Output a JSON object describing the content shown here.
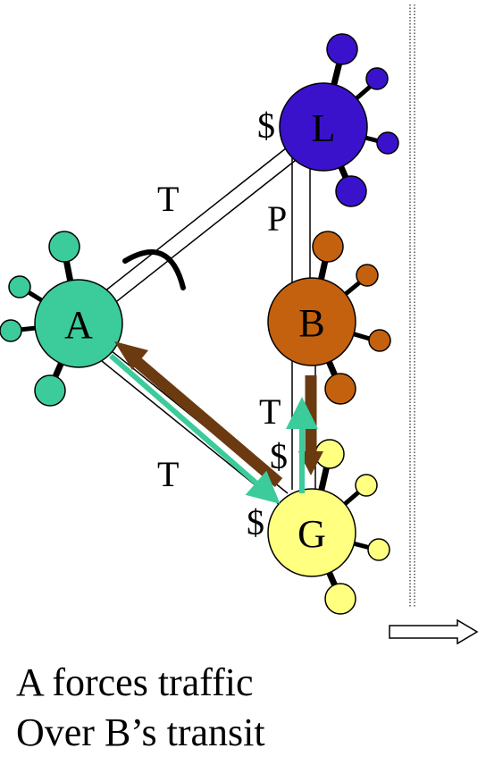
{
  "nodes": {
    "L": {
      "label": "L",
      "color": "#3A12CC"
    },
    "A": {
      "label": "A",
      "color": "#3CCB9A"
    },
    "B": {
      "label": "B",
      "color": "#C4610F"
    },
    "G": {
      "label": "G",
      "color": "#FFFF80"
    }
  },
  "links": {
    "a_l": {
      "label": "T"
    },
    "b_l": {
      "label": "P"
    },
    "b_g": {
      "label": "T"
    },
    "a_g": {
      "label": "T"
    }
  },
  "dollar_labels": {
    "at_l": "$",
    "at_g_top": "$",
    "at_g_left": "$"
  },
  "arrow_colors": {
    "teal": "#3CCB9A",
    "brown": "#6B3A10"
  },
  "caption": {
    "line1": "A forces traffic",
    "line2": "Over B’s transit"
  }
}
